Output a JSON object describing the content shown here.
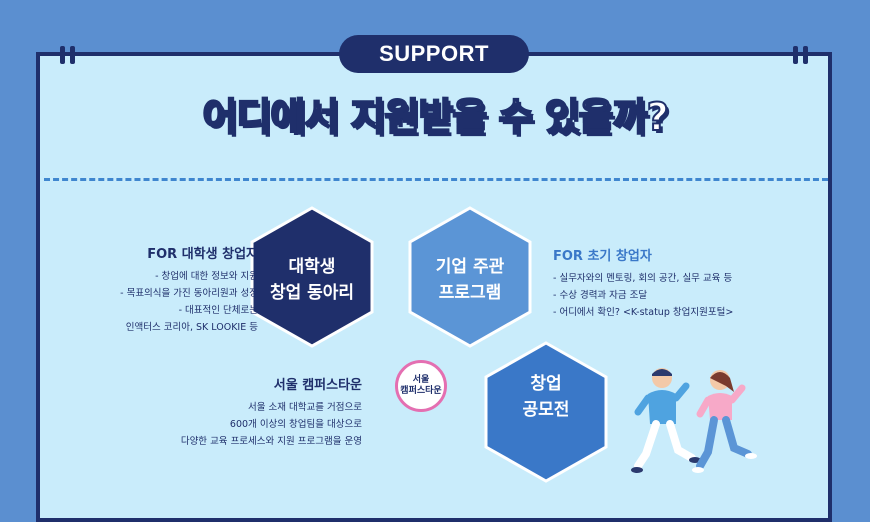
{
  "header": {
    "badge_label": "SUPPORT",
    "headline_pre": "어디에서 ",
    "headline_highlight": "지원",
    "headline_post": "받을 수 있을까?"
  },
  "colors": {
    "background": "#5b8fd0",
    "panel": "#c9ecfb",
    "navy": "#1f2f6b",
    "accent_blue": "#3a78c8",
    "hex_mid": "#5b95d6",
    "pink": "#e46fb1"
  },
  "hexagons": [
    {
      "line1": "대학생",
      "line2": "창업 동아리"
    },
    {
      "line1": "기업 주관",
      "line2": "프로그램"
    },
    {
      "line1": "창업",
      "line2": "공모전"
    }
  ],
  "university": {
    "title": "FOR 대학생 창업자",
    "lines": [
      "- 창업에 대한 정보와 지원",
      "- 목표의식을 가진 동아리원과 성장",
      "- 대표적인 단체로는",
      "인액터스 코리아, SK LOOKIE 등"
    ]
  },
  "early_stage": {
    "title": "FOR 초기 창업자",
    "lines": [
      "- 실무자와의 멘토링, 회의 공간, 실무 교육 등",
      "- 수상 경력과 자금 조달",
      "- 어디에서 확인? <K-statup 창업지원포털>"
    ]
  },
  "seoul": {
    "title": "서울 캠퍼스타운",
    "lines": [
      "서울 소재 대학교를 거점으로",
      "600개 이상의 창업팀을 대상으로",
      "다양한 교육 프로세스와 지원 프로그램을 운영"
    ],
    "badge_line1": "서울",
    "badge_line2": "캠퍼스타운"
  }
}
